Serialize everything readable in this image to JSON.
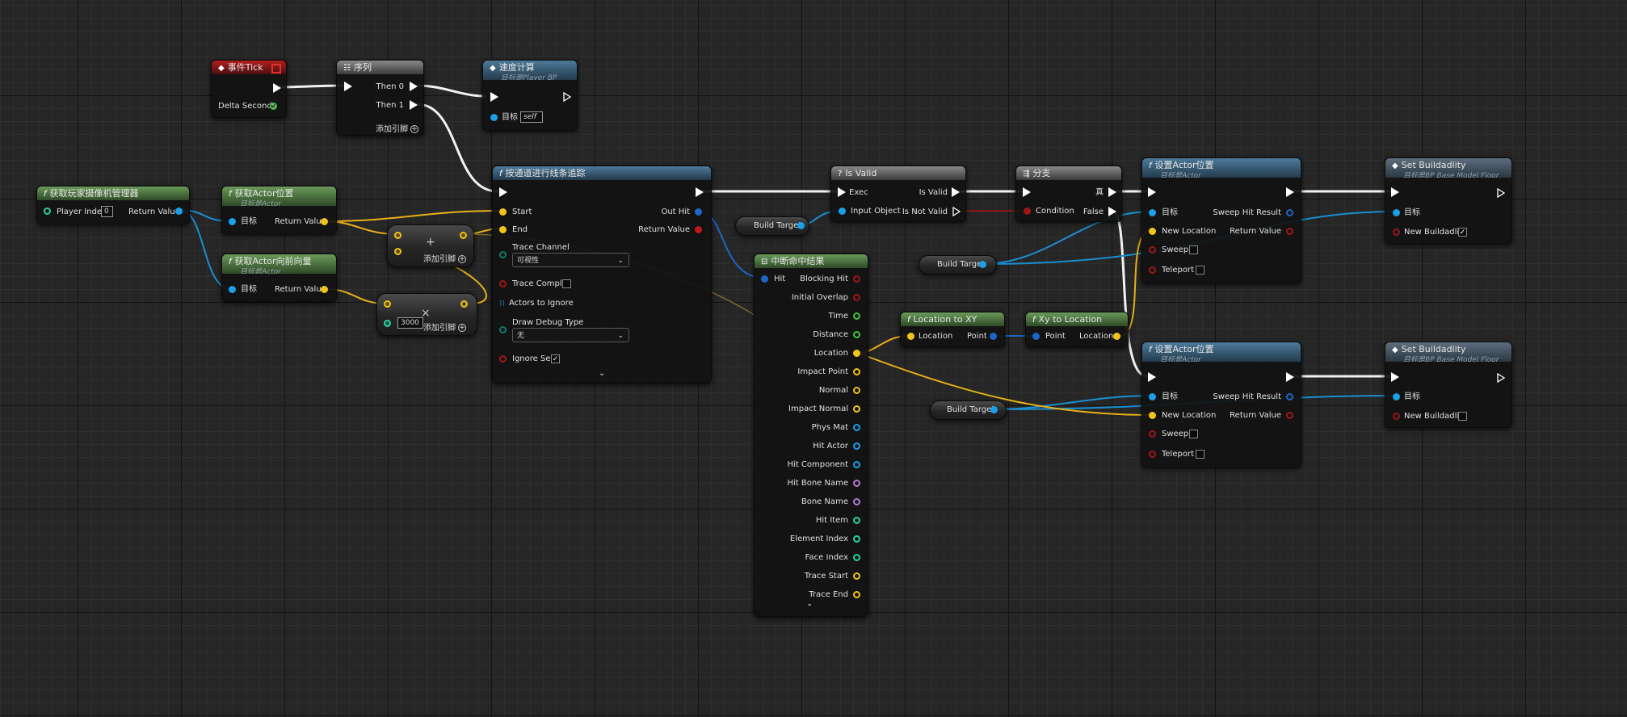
{
  "colors": {
    "exec": "#ffffff",
    "object": "#1aa0e8",
    "vector": "#f2c419",
    "bool": "#a01616",
    "float": "#3ec53e",
    "struct": "#1b66c8",
    "name": "#b57ad8",
    "int": "#27d4a3",
    "vector2d": "#1b66c8"
  },
  "nodes": {
    "event_tick": {
      "title": "事件Tick",
      "delta_seconds": "Delta Seconds"
    },
    "sequence": {
      "title": "序列",
      "then0": "Then 0",
      "then1": "Then 1",
      "add_pin": "添加引脚"
    },
    "speed_calc": {
      "title": "速度计算",
      "subtitle": "目标是Player BP",
      "target": "目标",
      "target_value": "self"
    },
    "get_player_camera": {
      "title": "获取玩家摄像机管理器",
      "player_index": "Player Index",
      "player_index_value": "0",
      "return_value": "Return Value"
    },
    "get_actor_location": {
      "title": "获取Actor位置",
      "subtitle": "目标是Actor",
      "target": "目标",
      "return_value": "Return Value"
    },
    "get_actor_forward": {
      "title": "获取Actor向前向量",
      "subtitle": "目标是Actor",
      "target": "目标",
      "return_value": "Return Value"
    },
    "add_node": {
      "add_pin": "添加引脚",
      "symbol": "+"
    },
    "mul_node": {
      "add_pin": "添加引脚",
      "symbol": "×",
      "value": "3000"
    },
    "line_trace": {
      "title": "按通道进行线条追踪",
      "start": "Start",
      "end": "End",
      "trace_channel": "Trace Channel",
      "trace_channel_value": "可视性",
      "trace_complex": "Trace Complex",
      "actors_to_ignore": "Actors to Ignore",
      "draw_debug_type": "Draw Debug Type",
      "draw_debug_value": "无",
      "ignore_self": "Ignore Self",
      "out_hit": "Out Hit",
      "return_value": "Return Value"
    },
    "build_target_1": {
      "label": "Build Target"
    },
    "build_target_2": {
      "label": "Build Target"
    },
    "build_target_3": {
      "label": "Build Target"
    },
    "break_hit": {
      "title": "中断命中结果",
      "hit": "Hit",
      "outputs": [
        "Blocking Hit",
        "Initial Overlap",
        "Time",
        "Distance",
        "Location",
        "Impact Point",
        "Normal",
        "Impact Normal",
        "Phys Mat",
        "Hit Actor",
        "Hit Component",
        "Hit Bone Name",
        "Bone Name",
        "Hit Item",
        "Element Index",
        "Face Index",
        "Trace Start",
        "Trace End"
      ]
    },
    "is_valid": {
      "title": "Is Valid",
      "exec": "Exec",
      "input_object": "Input Object",
      "is_valid": "Is Valid",
      "is_not_valid": "Is Not Valid"
    },
    "branch": {
      "title": "分支",
      "condition": "Condition",
      "true_label": "真",
      "false_label": "False"
    },
    "loc_to_xy": {
      "title": "Location to XY",
      "location": "Location",
      "point": "Point"
    },
    "xy_to_loc": {
      "title": "Xy to Location",
      "point": "Point",
      "location": "Location"
    },
    "set_actor_loc_1": {
      "title": "设置Actor位置",
      "subtitle": "目标是Actor",
      "target": "目标",
      "new_location": "New Location",
      "sweep": "Sweep",
      "teleport": "Teleport",
      "sweep_hit_result": "Sweep Hit Result",
      "return_value": "Return Value"
    },
    "set_actor_loc_2": {
      "title": "设置Actor位置",
      "subtitle": "目标是Actor",
      "target": "目标",
      "new_location": "New Location",
      "sweep": "Sweep",
      "teleport": "Teleport",
      "sweep_hit_result": "Sweep Hit Result",
      "return_value": "Return Value"
    },
    "set_buildability_1": {
      "title": "Set Buildadlity",
      "subtitle": "目标是BP Base Model Floor",
      "target": "目标",
      "new_buildability": "New Buildadlity",
      "checked": true
    },
    "set_buildability_2": {
      "title": "Set Buildadlity",
      "subtitle": "目标是BP Base Model Floor",
      "target": "目标",
      "new_buildability": "New Buildadlity",
      "checked": false
    }
  }
}
